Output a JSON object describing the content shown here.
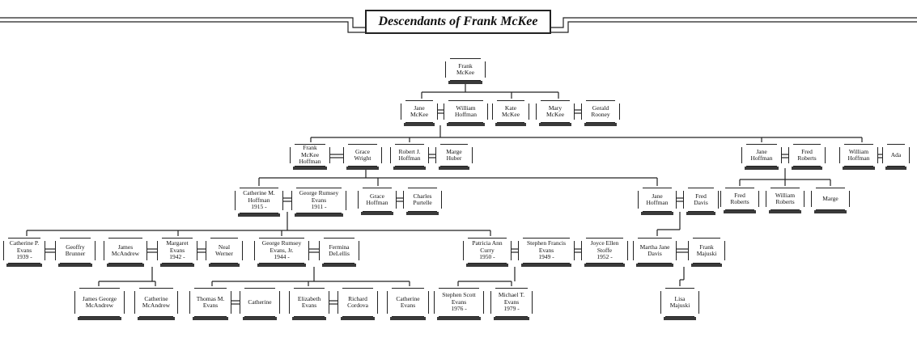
{
  "title": "Descendants of Frank McKee",
  "people": {
    "frank_mckee": "Frank\nMcKee",
    "jane_mckee": "Jane\nMcKee",
    "william_hoffman": "William\nHoffman",
    "kate_mckee": "Kate\nMcKee",
    "mary_mckee": "Mary\nMcKee",
    "gerald_rooney": "Gerald\nRooney",
    "frank_mckee_hoffman": "Frank McKee\nHoffman",
    "grace_wright": "Grace\nWright",
    "robert_j_hoffman": "Robert J.\nHoffman",
    "marge_huber": "Marge\nHuber",
    "jane_hoffman_1": "Jane\nHoffman",
    "fred_roberts_1": "Fred\nRoberts",
    "william_hoffman_2": "William\nHoffman",
    "ada": "Ada",
    "fred_roberts_2": "Fred\nRoberts",
    "william_roberts": "William\nRoberts",
    "marge": "Marge",
    "catherine_m_hoffman": "Catherine M.\nHoffman\n1915 -",
    "george_rumsey_evans": "George Rumsey\nEvans\n1911 -",
    "grace_hoffman": "Grace\nHoffman",
    "charles_purtelle": "Charles\nPurtelle",
    "jane_hoffman_2": "Jane\nHoffman",
    "fred_davis": "Fred\nDavis",
    "catherine_p_evans": "Catherine P.\nEvans\n1939 -",
    "geoffry_brunner": "Geoffry\nBrunner",
    "james_mcandrew": "James\nMcAndrew",
    "margaret_evans": "Margaret\nEvans\n1942 -",
    "neal_werner": "Neal\nWerner",
    "george_rumsey_evans_jr": "George Rumsey\nEvans, Jr.\n1944 -",
    "fermina_delellis": "Fermina\nDeLellis",
    "patricia_ann_curry": "Patricia Ann\nCurry\n1950 -",
    "stephen_francis_evans": "Stephen Francis\nEvans\n1949 -",
    "joyce_ellen_stoffe": "Joyce Ellen\nStoffe\n1952 -",
    "martha_jane_davis": "Martha Jane\nDavis",
    "frank_majuski": "Frank\nMajuski",
    "james_george_mcandrew": "James George\nMcAndrew",
    "catherine_mcandrew": "Catherine\nMcAndrew",
    "thomas_m_evans": "Thomas M.\nEvans",
    "catherine": "Catherine",
    "elizabeth_evans": "Elizabeth\nEvans",
    "richard_cordova": "Richard\nCordova",
    "catherine_evans": "Catherine\nEvans",
    "stephen_scott_evans": "Stephen Scott\nEvans\n1976 -",
    "michael_t_evans": "Michael T.\nEvans\n1979 -",
    "lisa_majuski": "Lisa\nMajuski"
  }
}
